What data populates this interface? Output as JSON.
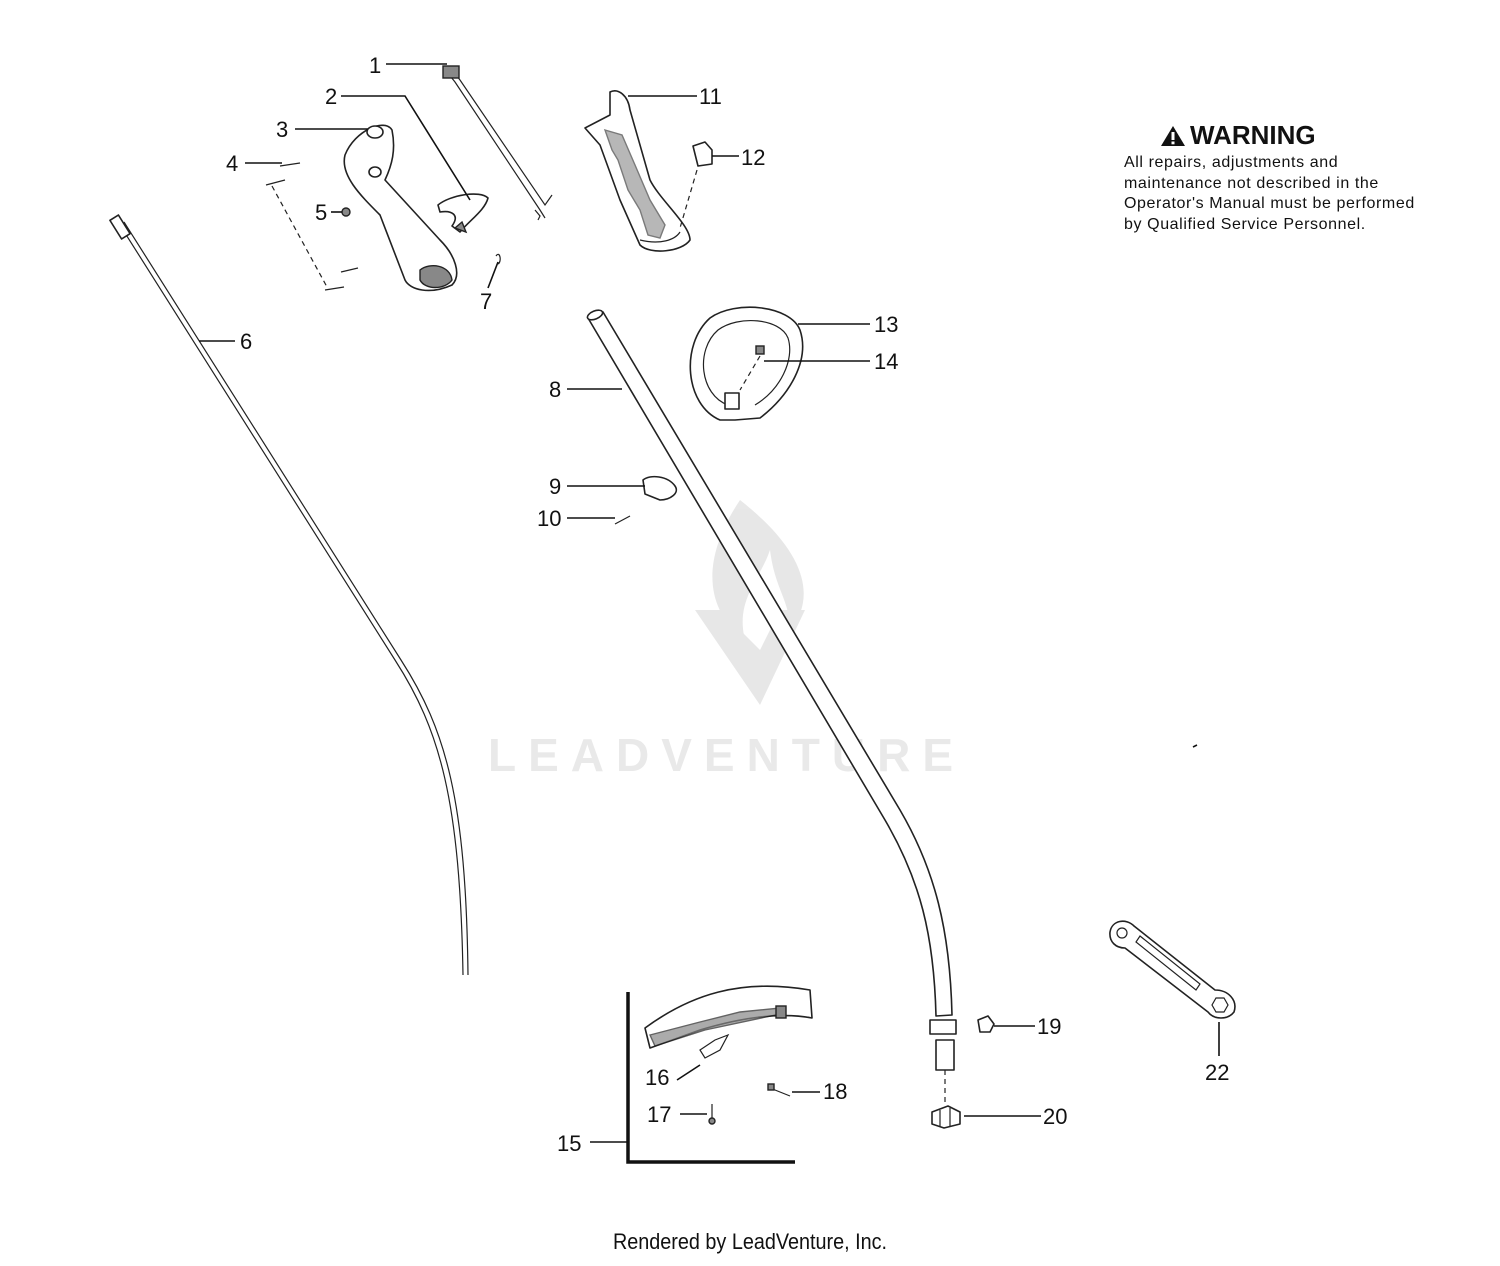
{
  "warning": {
    "title": "WARNING",
    "text": "All repairs, adjustments and maintenance not described in the Operator's Manual must be performed by Qualified Service Personnel."
  },
  "watermark": "LEADVENTURE",
  "footer": "Rendered by LeadVenture, Inc.",
  "callouts": [
    "1",
    "2",
    "3",
    "4",
    "5",
    "6",
    "7",
    "8",
    "9",
    "10",
    "11",
    "12",
    "13",
    "14",
    "15",
    "16",
    "17",
    "18",
    "19",
    "20",
    "22"
  ]
}
